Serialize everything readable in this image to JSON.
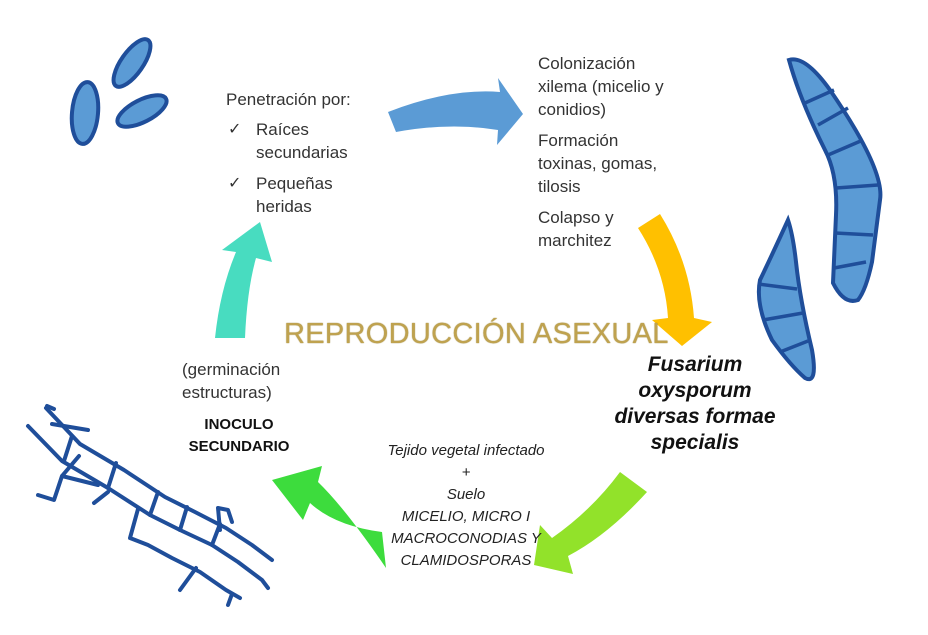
{
  "diagram": {
    "title": "REPRODUCCIÓN ASEXUAL",
    "penetration": {
      "heading": "Penetración por:",
      "items": [
        {
          "mark": "✓",
          "text": "Raíces secundarias"
        },
        {
          "mark": "✓",
          "text": "Pequeñas heridas"
        }
      ]
    },
    "colonization": [
      "Colonización xilema (micelio y conidios)",
      "Formación toxinas, gomas, tilosis",
      "Colapso y marchitez"
    ],
    "species": "Fusarium oxysporum diversas formae specialis",
    "germination": "(germinación estructuras)",
    "inoculum": "INOCULO SECUNDARIO",
    "sources": {
      "line1": "Tejido vegetal infectado",
      "line2": "+",
      "line3": "Suelo",
      "line4": "MICELIO, MICRO I",
      "line5": "MACROCONODIAS Y",
      "line6": "CLAMIDOSPORAS"
    },
    "colors": {
      "title": "#bfa24f",
      "arrow_blue": "#5b9bd5",
      "arrow_yellow": "#ffc000",
      "arrow_lightgreen": "#92e22a",
      "arrow_green": "#3ddc3d",
      "arrow_teal": "#48dcc0",
      "fungus_fill": "#5b9bd5",
      "fungus_stroke": "#1f4e9a"
    }
  }
}
